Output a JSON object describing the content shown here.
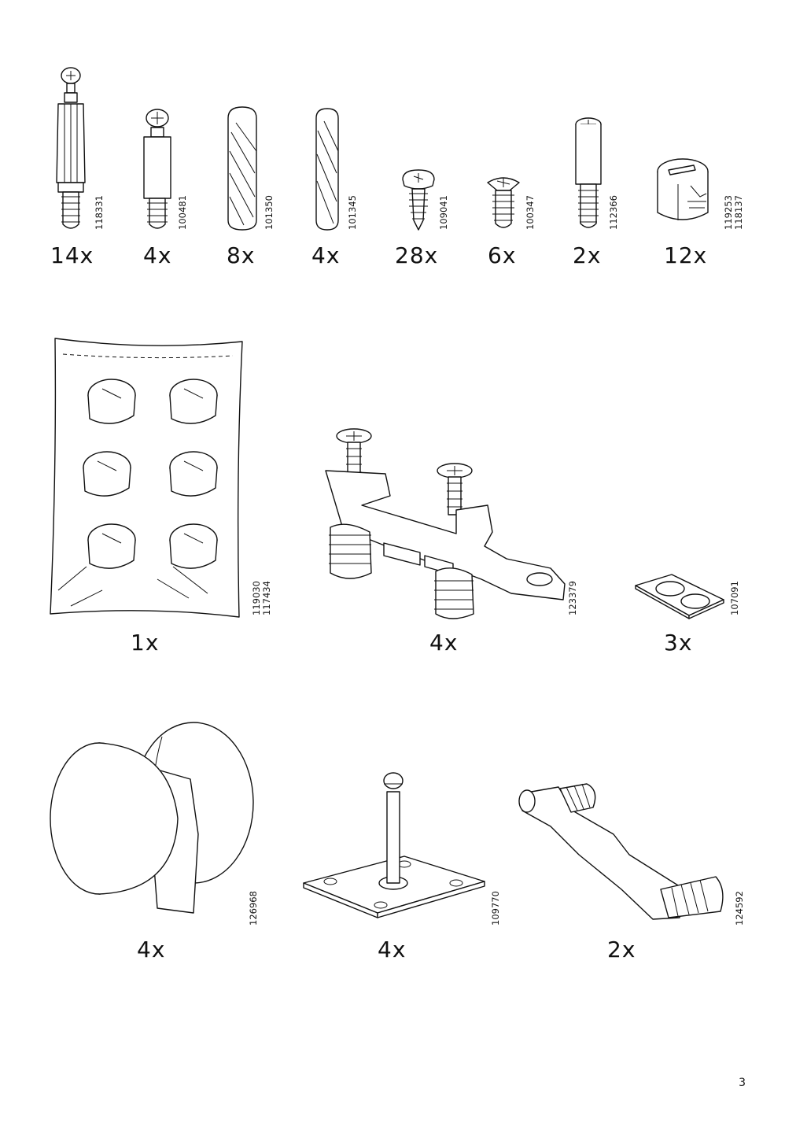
{
  "rows": [
    {
      "parts": [
        {
          "icon": "cam-bolt-icon",
          "article": "118331",
          "quantity": "14x"
        },
        {
          "icon": "short-bolt-icon",
          "article": "100481",
          "quantity": "4x"
        },
        {
          "icon": "wooden-dowel-icon",
          "article": "101350",
          "quantity": "8x"
        },
        {
          "icon": "wooden-dowel-icon",
          "article": "101345",
          "quantity": "4x"
        },
        {
          "icon": "pan-head-screw-icon",
          "article": "109041",
          "quantity": "28x"
        },
        {
          "icon": "flat-head-screw-icon",
          "article": "100347",
          "quantity": "6x"
        },
        {
          "icon": "threaded-pin-icon",
          "article": "112366",
          "quantity": "2x"
        },
        {
          "icon": "cam-lock-icon",
          "article": "119253",
          "article2": "118137",
          "quantity": "12x"
        }
      ]
    },
    {
      "parts": [
        {
          "icon": "cam-lock-bag-icon",
          "article": "119030",
          "article2": "117434",
          "quantity": "1x"
        },
        {
          "icon": "bracket-with-screws-icon",
          "article": "123379",
          "quantity": "4x"
        },
        {
          "icon": "felt-pads-icon",
          "article": "107091",
          "quantity": "3x"
        }
      ]
    },
    {
      "parts": [
        {
          "icon": "knob-icon",
          "article": "126968",
          "quantity": "4x"
        },
        {
          "icon": "base-plate-pin-icon",
          "article": "109770",
          "quantity": "4x"
        },
        {
          "icon": "connector-arm-icon",
          "article": "124592",
          "quantity": "2x"
        }
      ]
    }
  ],
  "page_number": "3"
}
